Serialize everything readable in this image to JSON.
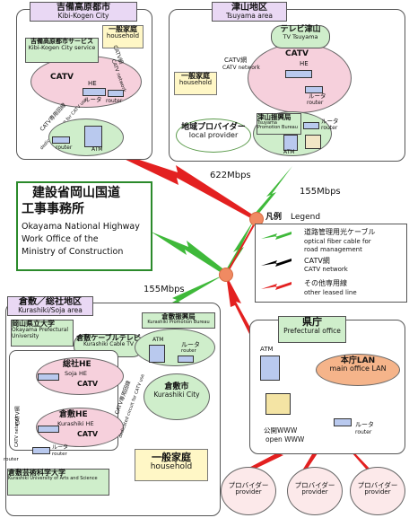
{
  "kibikogen": {
    "title_ja": "吉備高原都市",
    "title_en": "Kibi-Kogen City",
    "service_ja": "吉備高原都市サービス",
    "service_en": "Kibi-Kogen City service",
    "catv": "CATV",
    "he": "HE",
    "router_ja": "ルータ",
    "router_en": "router",
    "router2_en": "router",
    "atm": "ATM",
    "household_ja": "一般家庭",
    "household_en": "household",
    "catv_net_ja": "CATV網",
    "catv_net_en": "CATV network",
    "dedicated_ja": "CATV専用回線",
    "dedicated_en": "dedicated circuit for CATV use"
  },
  "tsuyama": {
    "title_ja": "津山地区",
    "title_en": "Tsuyama area",
    "tv_ja": "テレビ津山",
    "tv_en": "TV Tsuyama",
    "catv": "CATV",
    "he": "HE",
    "router_ja": "ルータ",
    "router_en": "router",
    "household_ja": "一般家庭",
    "household_en": "household",
    "catv_net_ja": "CATV網",
    "catv_net_en": "CATV network",
    "provider_ja": "地域プロバイダー",
    "provider_en": "local provider",
    "promo_ja": "津山振興局",
    "promo_en": "Tsuyama Promotion Bureau",
    "router2_ja": "ルータ",
    "router2_en": "router",
    "atm": "ATM"
  },
  "office": {
    "line1": "建設省岡山国道",
    "line2": "工事事務所",
    "en1": "Okayama National Highway",
    "en2": "Work Office of the",
    "en3": "Ministry of Construction"
  },
  "speeds": {
    "s622": "622Mbps",
    "s155a": "155Mbps",
    "s155b": "155Mbps"
  },
  "legend": {
    "title_ja": "凡例",
    "title_en": "Legend",
    "fiber_ja": "道路管理用光ケーブル",
    "fiber_en1": "optical fiber cable for",
    "fiber_en2": "road management",
    "catv_ja": "CATV網",
    "catv_en": "CATV network",
    "other_ja": "その他専用線",
    "other_en": "other leased line",
    "colors": {
      "fiber": "#3fb93a",
      "catv": "#000000",
      "other": "#e32020"
    }
  },
  "kurashiki": {
    "title_ja": "倉敷／総社地区",
    "title_en": "Kurashiki/Soja area",
    "univ_ja": "岡山県立大学",
    "univ_en1": "Okayama Prefectural",
    "univ_en2": "University",
    "cabletv_ja": "倉敷ケーブルテレビ",
    "cabletv_en": "Kurashiki Cable TV",
    "soja_ja": "総社HE",
    "soja_en": "Soja HE",
    "catv1": "CATV",
    "kura_ja": "倉敷HE",
    "kura_en": "Kurashiki HE",
    "catv2": "CATV",
    "catv_net_ja": "CATV網",
    "catv_net_en": "CATV network",
    "promo_ja": "倉敷振興局",
    "promo_en": "Kurashiki Promotion Bureau",
    "atm": "ATM",
    "router_ja": "ルータ",
    "router_en": "router",
    "dedicated_ja": "CATV専用回線",
    "dedicated_en": "dedicated circuit for CATV use",
    "city_ja": "倉敷市",
    "city_en": "Kurashiki City",
    "arts_ja": "倉敷芸術科学大学",
    "arts_en": "Kurashiki University of Arts and Science",
    "household_ja": "一般家庭",
    "household_en": "household",
    "router2_ja": "ルータ",
    "router2_en": "router",
    "router3_en": "router"
  },
  "prefecture": {
    "title_ja": "県庁",
    "title_en": "Prefectural office",
    "atm": "ATM",
    "lan_ja": "本庁LAN",
    "lan_en": "main office LAN",
    "www_ja": "公開WWW",
    "www_en": "open WWW",
    "router_ja": "ルータ",
    "router_en": "router"
  },
  "providers": [
    {
      "ja": "プロバイダー",
      "en": "provider"
    },
    {
      "ja": "プロバイダー",
      "en": "provider"
    },
    {
      "ja": "プロバイダー",
      "en": "provider"
    }
  ]
}
